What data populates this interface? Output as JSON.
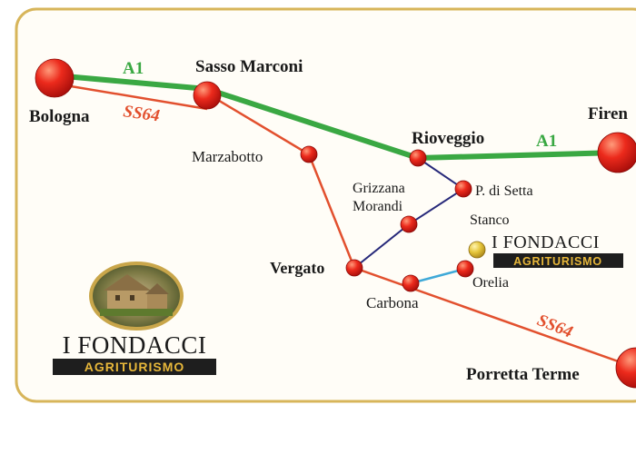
{
  "map": {
    "places": {
      "bologna": "Bologna",
      "sasso_marconi": "Sasso Marconi",
      "marzabotto": "Marzabotto",
      "rioveggio": "Rioveggio",
      "firenze": "Firen",
      "p_di_setta": "P. di Setta",
      "grizzana_1": "Grizzana",
      "grizzana_2": "Morandi",
      "stanco": "Stanco",
      "vergato": "Vergato",
      "carbona": "Carbona",
      "orelia": "Orelia",
      "porretta": "Porretta Terme"
    },
    "roads": {
      "a1_west": "A1",
      "a1_east": "A1",
      "ss64_north": "SS64",
      "ss64_south": "SS64"
    },
    "brand": {
      "name": "I FONDACCI",
      "tag": "AGRITURISMO",
      "map_name": "I FONDACCI",
      "map_tag": "AGRITURISMO"
    },
    "colors": {
      "a1": "#3aa843",
      "ss64": "#e2502e",
      "local_road": "#27297a",
      "private_road": "#3fa9d8",
      "node": "#e8231b",
      "farm_node": "#e5c53a",
      "border": "#d7b55a",
      "tag_bg": "#1e1e1e",
      "tag_text": "#e7b73a"
    }
  }
}
